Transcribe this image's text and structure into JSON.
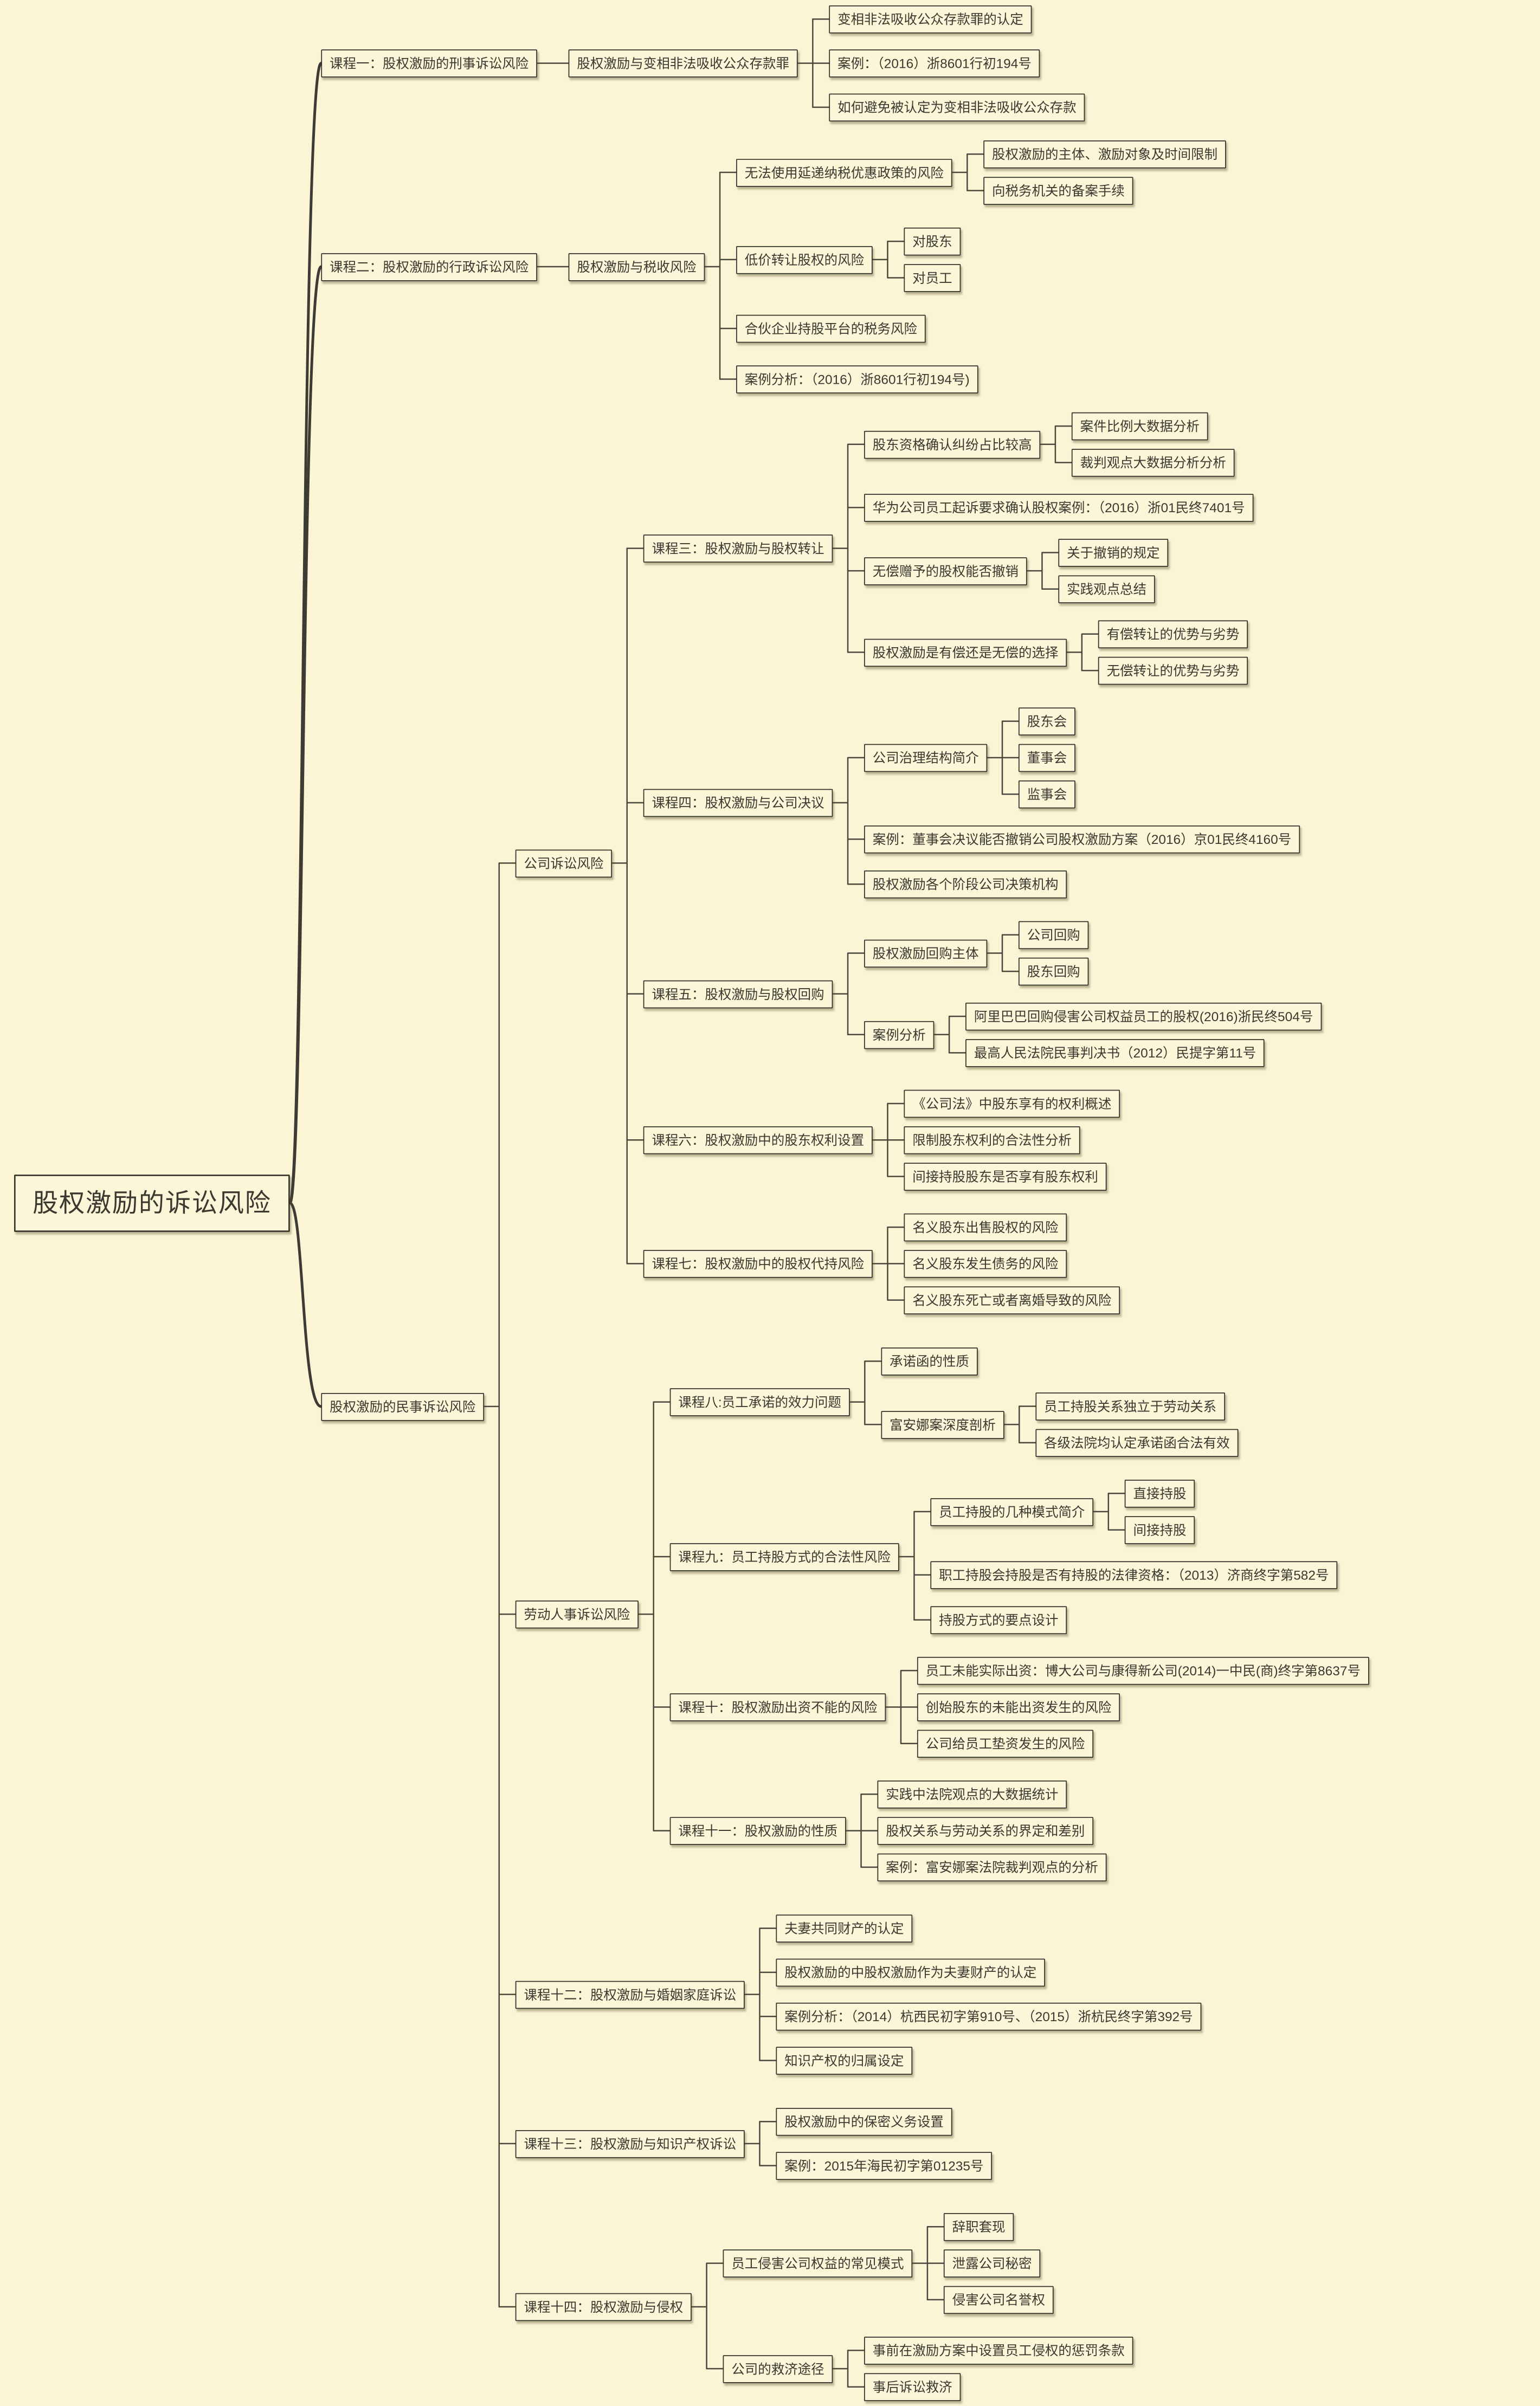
{
  "title": "股权激励的诉讼风险",
  "colors": {
    "background": "#FBF5D5",
    "node_fill": "#FCF6D8",
    "node_border": "#33322b",
    "text": "#3a382f",
    "connector": "#4a473d",
    "root_connector": "#3d3b33"
  },
  "tree": {
    "label": "股权激励的诉讼风险",
    "children": [
      {
        "label": "课程一：股权激励的刑事诉讼风险",
        "children": [
          {
            "label": "股权激励与变相非法吸收公众存款罪",
            "children": [
              {
                "label": "变相非法吸收公众存款罪的认定"
              },
              {
                "label": "案例：（2016）浙8601行初194号"
              },
              {
                "label": "如何避免被认定为变相非法吸收公众存款"
              }
            ]
          }
        ]
      },
      {
        "label": "课程二：股权激励的行政诉讼风险",
        "children": [
          {
            "label": "股权激励与税收风险",
            "children": [
              {
                "label": "无法使用延递纳税优惠政策的风险",
                "children": [
                  {
                    "label": "股权激励的主体、激励对象及时间限制"
                  },
                  {
                    "label": "向税务机关的备案手续"
                  }
                ]
              },
              {
                "label": "低价转让股权的风险",
                "children": [
                  {
                    "label": "对股东"
                  },
                  {
                    "label": "对员工"
                  }
                ]
              },
              {
                "label": "合伙企业持股平台的税务风险"
              },
              {
                "label": "案例分析：（2016）浙8601行初194号)"
              }
            ]
          }
        ]
      },
      {
        "label": "股权激励的民事诉讼风险",
        "children": [
          {
            "label": "公司诉讼风险",
            "children": [
              {
                "label": "课程三：股权激励与股权转让",
                "children": [
                  {
                    "label": "股东资格确认纠纷占比较高",
                    "children": [
                      {
                        "label": "案件比例大数据分析"
                      },
                      {
                        "label": "裁判观点大数据分析分析"
                      }
                    ]
                  },
                  {
                    "label": "华为公司员工起诉要求确认股权案例：（2016）浙01民终7401号"
                  },
                  {
                    "label": "无偿赠予的股权能否撤销",
                    "children": [
                      {
                        "label": "关于撤销的规定"
                      },
                      {
                        "label": "实践观点总结"
                      }
                    ]
                  },
                  {
                    "label": "股权激励是有偿还是无偿的选择",
                    "children": [
                      {
                        "label": "有偿转让的优势与劣势"
                      },
                      {
                        "label": "无偿转让的优势与劣势"
                      }
                    ]
                  }
                ]
              },
              {
                "label": "课程四：股权激励与公司决议",
                "children": [
                  {
                    "label": "公司治理结构简介",
                    "children": [
                      {
                        "label": "股东会"
                      },
                      {
                        "label": "董事会"
                      },
                      {
                        "label": "监事会"
                      }
                    ]
                  },
                  {
                    "label": "案例：董事会决议能否撤销公司股权激励方案（2016）京01民终4160号"
                  },
                  {
                    "label": "股权激励各个阶段公司决策机构"
                  }
                ]
              },
              {
                "label": "课程五：股权激励与股权回购",
                "children": [
                  {
                    "label": "股权激励回购主体",
                    "children": [
                      {
                        "label": "公司回购"
                      },
                      {
                        "label": "股东回购"
                      }
                    ]
                  },
                  {
                    "label": "案例分析",
                    "children": [
                      {
                        "label": "阿里巴巴回购侵害公司权益员工的股权(2016)浙民终504号"
                      },
                      {
                        "label": "最高人民法院民事判决书（2012）民提字第11号"
                      }
                    ]
                  }
                ]
              },
              {
                "label": "课程六：股权激励中的股东权利设置",
                "children": [
                  {
                    "label": "《公司法》中股东享有的权利概述"
                  },
                  {
                    "label": "限制股东权利的合法性分析"
                  },
                  {
                    "label": "间接持股股东是否享有股东权利"
                  }
                ]
              },
              {
                "label": "课程七：股权激励中的股权代持风险",
                "children": [
                  {
                    "label": "名义股东出售股权的风险"
                  },
                  {
                    "label": "名义股东发生债务的风险"
                  },
                  {
                    "label": "名义股东死亡或者离婚导致的风险"
                  }
                ]
              }
            ]
          },
          {
            "label": "劳动人事诉讼风险",
            "children": [
              {
                "label": "课程八:员工承诺的效力问题",
                "children": [
                  {
                    "label": "承诺函的性质"
                  },
                  {
                    "label": "富安娜案深度剖析",
                    "children": [
                      {
                        "label": "员工持股关系独立于劳动关系"
                      },
                      {
                        "label": "各级法院均认定承诺函合法有效"
                      }
                    ]
                  }
                ]
              },
              {
                "label": "课程九：员工持股方式的合法性风险",
                "children": [
                  {
                    "label": "员工持股的几种模式简介",
                    "children": [
                      {
                        "label": "直接持股"
                      },
                      {
                        "label": "间接持股"
                      }
                    ]
                  },
                  {
                    "label": "职工持股会持股是否有持股的法律资格：（2013）济商终字第582号"
                  },
                  {
                    "label": "持股方式的要点设计"
                  }
                ]
              },
              {
                "label": "课程十：股权激励出资不能的风险",
                "children": [
                  {
                    "label": "员工未能实际出资：博大公司与康得新公司(2014)一中民(商)终字第8637号"
                  },
                  {
                    "label": "创始股东的未能出资发生的风险"
                  },
                  {
                    "label": "公司给员工垫资发生的风险"
                  }
                ]
              },
              {
                "label": "课程十一：股权激励的性质",
                "children": [
                  {
                    "label": "实践中法院观点的大数据统计"
                  },
                  {
                    "label": "股权关系与劳动关系的界定和差别"
                  },
                  {
                    "label": "案例：富安娜案法院裁判观点的分析"
                  }
                ]
              }
            ]
          },
          {
            "label": "课程十二：股权激励与婚姻家庭诉讼",
            "children": [
              {
                "label": "夫妻共同财产的认定"
              },
              {
                "label": "股权激励的中股权激励作为夫妻财产的认定"
              },
              {
                "label": "案例分析：（2014）杭西民初字第910号、（2015）浙杭民终字第392号"
              },
              {
                "label": "知识产权的归属设定"
              }
            ]
          },
          {
            "label": "课程十三：股权激励与知识产权诉讼",
            "children": [
              {
                "label": "股权激励中的保密义务设置"
              },
              {
                "label": "案例：2015年海民初字第01235号"
              }
            ]
          },
          {
            "label": "课程十四：股权激励与侵权",
            "children": [
              {
                "label": "员工侵害公司权益的常见模式",
                "children": [
                  {
                    "label": "辞职套现"
                  },
                  {
                    "label": "泄露公司秘密"
                  },
                  {
                    "label": "侵害公司名誉权"
                  }
                ]
              },
              {
                "label": "公司的救济途径",
                "children": [
                  {
                    "label": "事前在激励方案中设置员工侵权的惩罚条款"
                  },
                  {
                    "label": "事后诉讼救济"
                  }
                ]
              }
            ]
          }
        ]
      }
    ]
  }
}
